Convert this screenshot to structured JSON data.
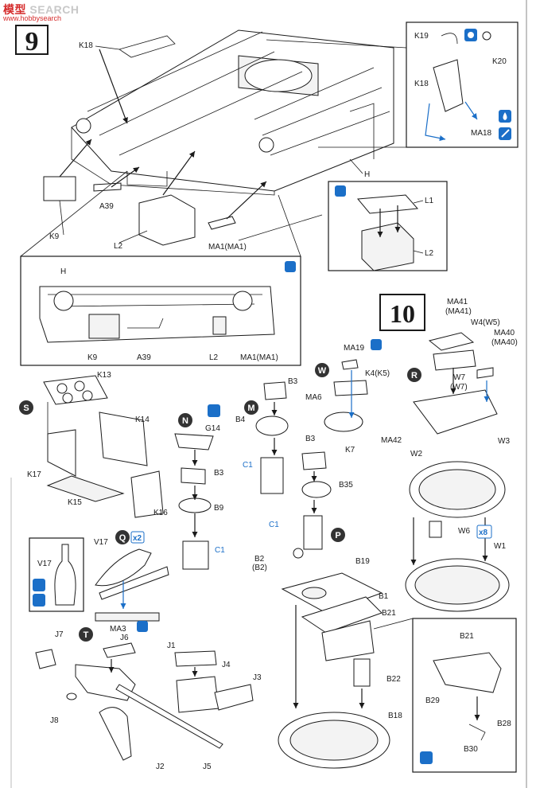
{
  "watermark": {
    "brand": "模型",
    "search": "SEARCH",
    "host": "www.hobbysearch"
  },
  "steps": {
    "step9": "9",
    "step10": "10"
  },
  "sub_steps": [
    "S",
    "N",
    "M",
    "W",
    "R",
    "Q",
    "P",
    "T"
  ],
  "multipliers": {
    "q": "x2",
    "w6": "x8"
  },
  "colors": {
    "blue": "#1b6fc8",
    "line": "#1a1a1a",
    "badge": "#333333"
  },
  "icons": [
    "glue-icon",
    "paint-icon",
    "cement-drop-icon"
  ],
  "labels": {
    "k18_main": "K18",
    "k9": "K9",
    "a39": "A39",
    "l2_main": "L2",
    "ma1_main": "MA1(MA1)",
    "h_main": "H",
    "k19": "K19",
    "k20": "K20",
    "k18_box": "K18",
    "ma18": "MA18",
    "l1": "L1",
    "l2_box": "L2",
    "h_view": "H",
    "k9_view": "K9",
    "a39_view": "A39",
    "l2_view": "L2",
    "ma1_view": "MA1(MA1)",
    "k13": "K13",
    "k14": "K14",
    "k17": "K17",
    "k15": "K15",
    "k16": "K16",
    "g14": "G14",
    "b3_n": "B3",
    "b9": "B9",
    "c1_n": "C1",
    "b3_m": "B3",
    "b4": "B4",
    "c1_m": "C1",
    "b3_p": "B3",
    "b35": "B35",
    "c1_p": "C1",
    "b2": "B2",
    "b2p": "(B2)",
    "b19": "B19",
    "b1": "B1",
    "b21_main": "B21",
    "b22": "B22",
    "b18": "B18",
    "b21_box": "B21",
    "b29": "B29",
    "b28": "B28",
    "b30": "B30",
    "ma19": "MA19",
    "k4": "K4(K5)",
    "ma6": "MA6",
    "k7": "K7",
    "ma41": "MA41",
    "ma41p": "(MA41)",
    "w4": "W4(W5)",
    "ma40": "MA40",
    "ma40p": "(MA40)",
    "w7": "W7",
    "w7p": "(W7)",
    "ma42": "MA42",
    "w3": "W3",
    "w2": "W2",
    "w6": "W6",
    "w1": "W1",
    "v17_a": "V17",
    "v17_b": "V17",
    "ma3": "MA3",
    "j7": "J7",
    "j6": "J6",
    "j1": "J1",
    "j4": "J4",
    "j3": "J3",
    "j8": "J8",
    "j2": "J2",
    "j5": "J5"
  }
}
